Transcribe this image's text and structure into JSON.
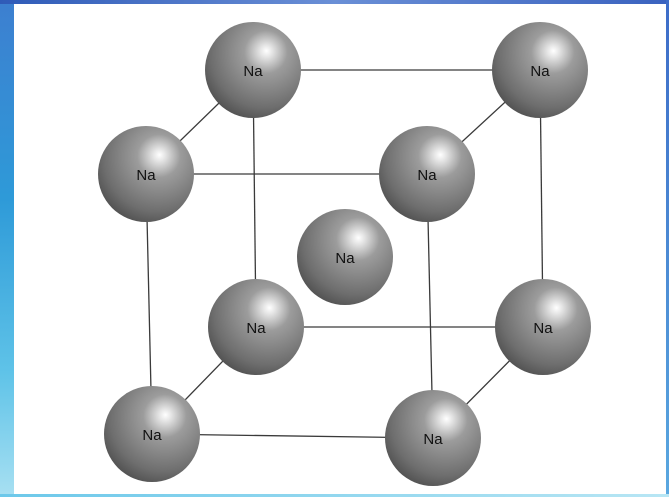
{
  "diagram": {
    "atom_label": "Na",
    "atom_color": "#7a7a7a",
    "bond_color": "#3a3a3a",
    "atoms": [
      {
        "id": "back-top-left",
        "label": "Na"
      },
      {
        "id": "back-top-right",
        "label": "Na"
      },
      {
        "id": "front-top-left",
        "label": "Na"
      },
      {
        "id": "front-top-right",
        "label": "Na"
      },
      {
        "id": "body-center",
        "label": "Na"
      },
      {
        "id": "back-bottom-left",
        "label": "Na"
      },
      {
        "id": "back-bottom-right",
        "label": "Na"
      },
      {
        "id": "front-bottom-left",
        "label": "Na"
      },
      {
        "id": "front-bottom-right",
        "label": "Na"
      }
    ]
  }
}
